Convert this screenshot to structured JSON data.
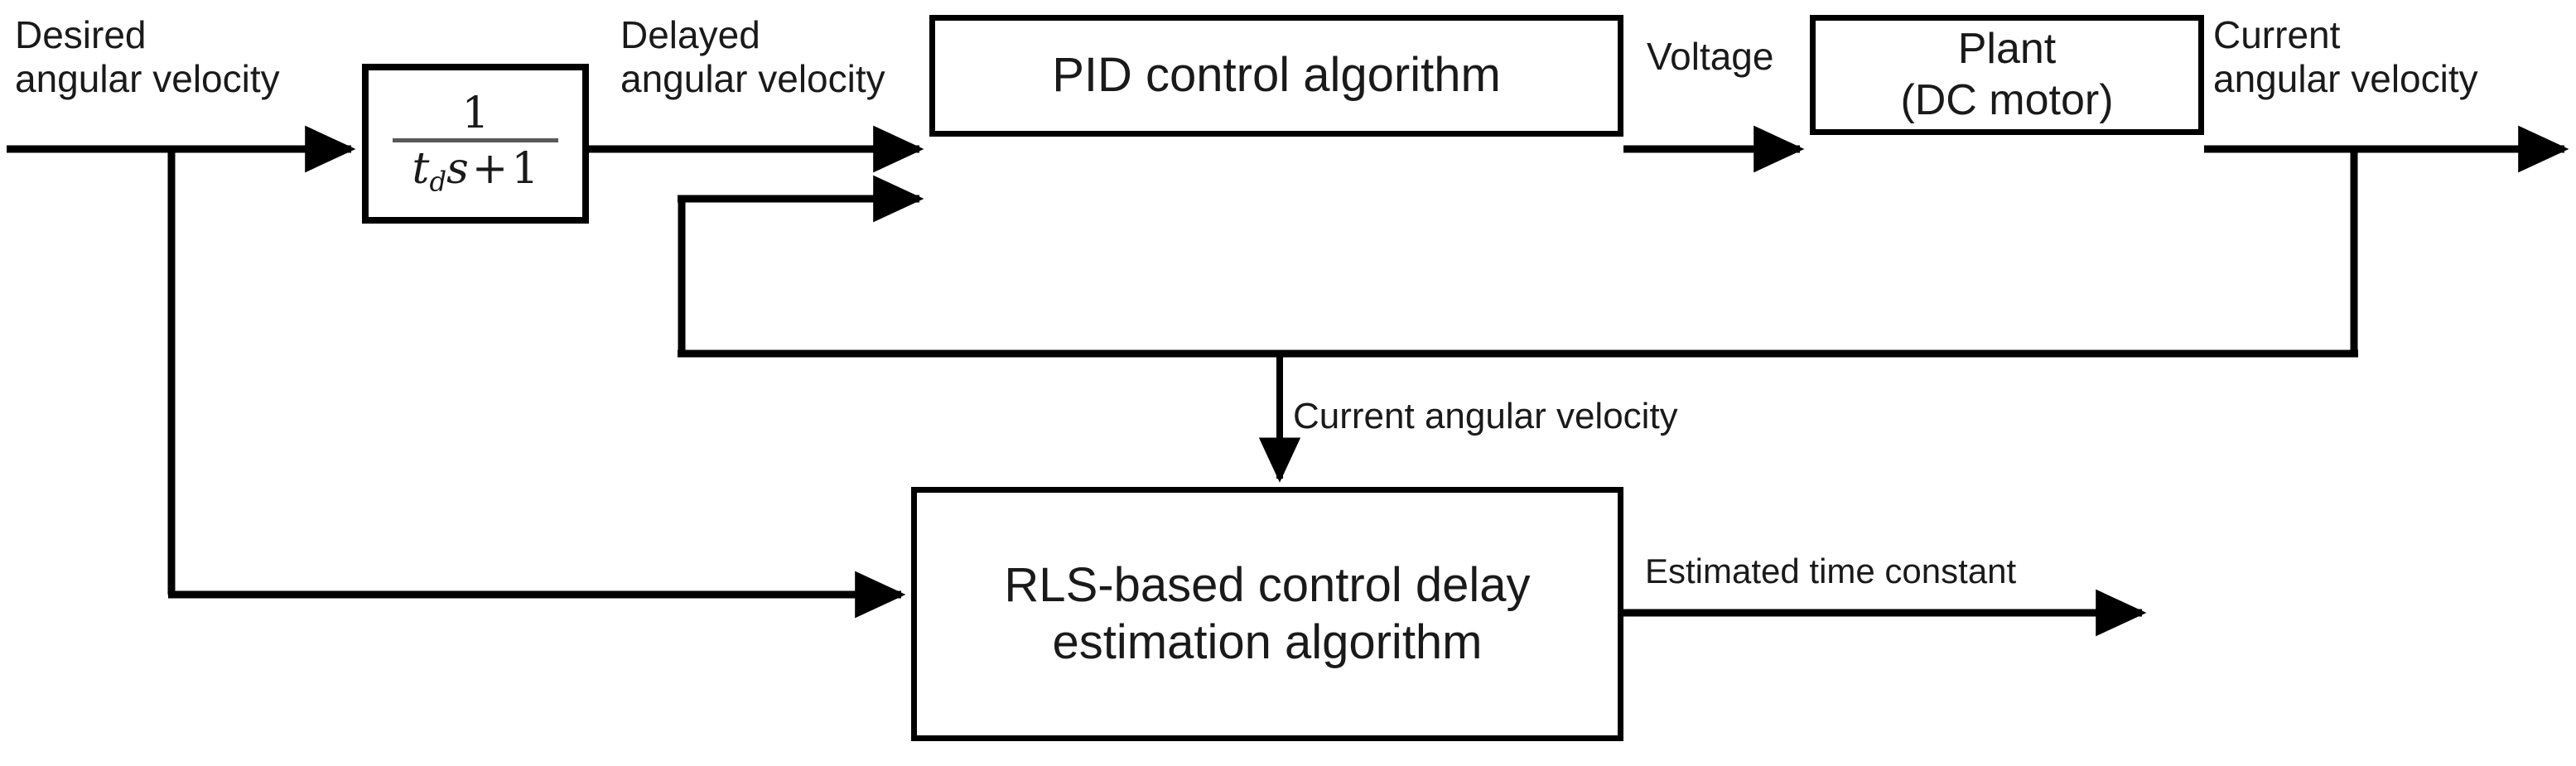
{
  "diagram": {
    "title": "Control system block diagram with RLS-based control delay estimation",
    "type": "block-diagram",
    "background_color": "#ffffff",
    "line_color": "#000000",
    "text_color": "#1a1a1a"
  },
  "blocks": {
    "delay": {
      "name": "control-delay-transfer-function",
      "numerator": "1",
      "denominator_base": "t",
      "denominator_subscript": "d",
      "denominator_rest_var": "s",
      "denominator_operator": "+",
      "denominator_constant": "1",
      "expression": "1 / (t_d s + 1)"
    },
    "pid": {
      "name": "pid-control-algorithm",
      "label": "PID control algorithm"
    },
    "plant": {
      "name": "plant-dc-motor",
      "line1": "Plant",
      "line2": "(DC motor)"
    },
    "rls": {
      "name": "rls-estimation-algorithm",
      "line1": "RLS-based control delay",
      "line2": "estimation algorithm"
    }
  },
  "labels": {
    "desired": {
      "line1": "Desired",
      "line2": "angular velocity"
    },
    "delayed": {
      "line1": "Delayed",
      "line2": "angular velocity"
    },
    "voltage": {
      "text": "Voltage"
    },
    "current_right": {
      "line1": "Current",
      "line2": "angular velocity"
    },
    "current_mid": {
      "text": "Current angular velocity"
    },
    "estimated": {
      "text": "Estimated time constant"
    }
  },
  "signals": [
    {
      "name": "desired-angular-velocity-input",
      "from": "input",
      "to": "delay-block",
      "label": "Desired angular velocity"
    },
    {
      "name": "desired-angular-velocity-branch",
      "from": "input-branch",
      "to": "rls-block",
      "label": "Desired angular velocity"
    },
    {
      "name": "delayed-angular-velocity",
      "from": "delay-block",
      "to": "pid-block",
      "label": "Delayed angular velocity"
    },
    {
      "name": "voltage",
      "from": "pid-block",
      "to": "plant-block",
      "label": "Voltage"
    },
    {
      "name": "current-angular-velocity-output",
      "from": "plant-block",
      "to": "output",
      "label": "Current angular velocity"
    },
    {
      "name": "current-angular-velocity-feedback",
      "from": "plant-output-branch",
      "to": "pid-block",
      "label": "Current angular velocity"
    },
    {
      "name": "current-angular-velocity-to-rls",
      "from": "feedback-bus",
      "to": "rls-block",
      "label": "Current angular velocity"
    },
    {
      "name": "estimated-time-constant",
      "from": "rls-block",
      "to": "output",
      "label": "Estimated time constant"
    }
  ]
}
